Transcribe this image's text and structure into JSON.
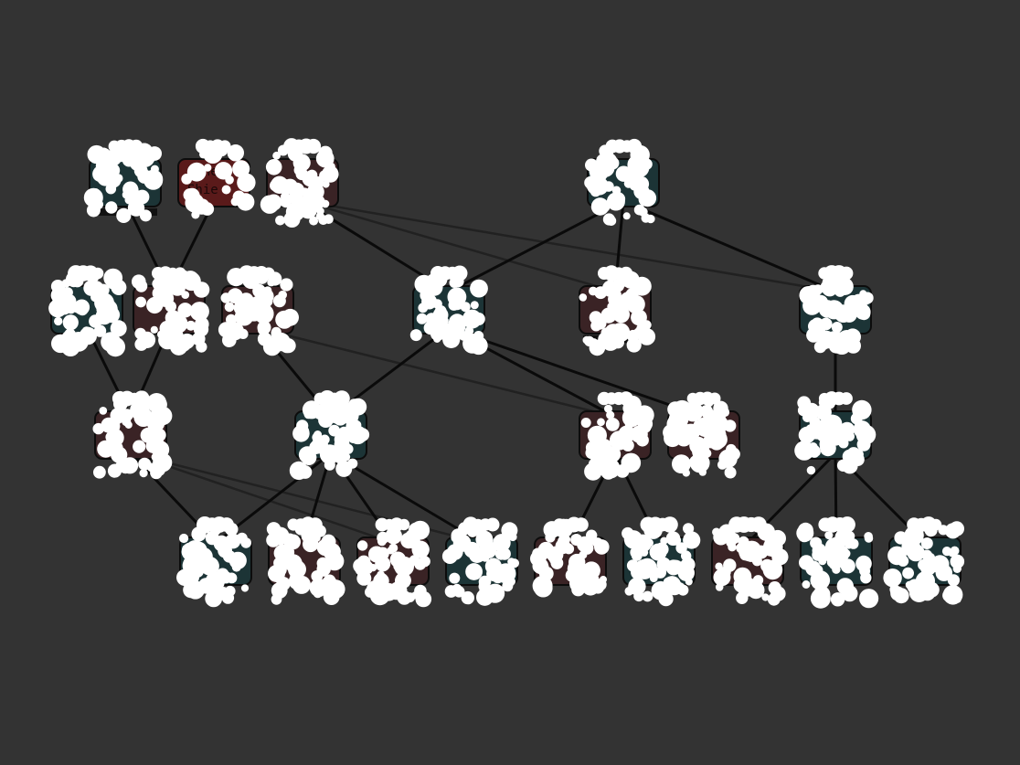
{
  "diagram": {
    "background": "#333333",
    "colors": {
      "teal": "#1c3436",
      "maroon": "#3a2325",
      "deep": "#5a1a1a",
      "edge": "#0a0a0a",
      "blob": "#ffffff"
    },
    "nodes": [
      {
        "id": "n1",
        "tone": "teal",
        "lines": []
      },
      {
        "id": "n2",
        "tone": "deep",
        "lines": [
          "Ether",
          "Shie"
        ]
      },
      {
        "id": "n3",
        "tone": "maroon",
        "lines": []
      },
      {
        "id": "n4",
        "tone": "teal",
        "lines": []
      },
      {
        "id": "n5",
        "tone": "teal",
        "lines": []
      },
      {
        "id": "n6",
        "tone": "maroon",
        "lines": []
      },
      {
        "id": "n7",
        "tone": "maroon",
        "lines": []
      },
      {
        "id": "n8",
        "tone": "teal",
        "lines": []
      },
      {
        "id": "n9",
        "tone": "maroon",
        "lines": []
      },
      {
        "id": "n10",
        "tone": "teal",
        "lines": []
      },
      {
        "id": "n11",
        "tone": "maroon",
        "lines": []
      },
      {
        "id": "n12",
        "tone": "teal",
        "lines": []
      },
      {
        "id": "n13",
        "tone": "maroon",
        "lines": []
      },
      {
        "id": "n14",
        "tone": "maroon",
        "lines": []
      },
      {
        "id": "n15",
        "tone": "teal",
        "lines": []
      },
      {
        "id": "n16",
        "tone": "teal",
        "lines": []
      },
      {
        "id": "n17",
        "tone": "maroon",
        "lines": []
      },
      {
        "id": "n18",
        "tone": "maroon",
        "lines": []
      },
      {
        "id": "n19",
        "tone": "teal",
        "lines": []
      },
      {
        "id": "n20",
        "tone": "maroon",
        "lines": []
      },
      {
        "id": "n21",
        "tone": "teal",
        "lines": []
      },
      {
        "id": "n22",
        "tone": "maroon",
        "lines": []
      },
      {
        "id": "n23",
        "tone": "teal",
        "lines": []
      },
      {
        "id": "n24",
        "tone": "teal",
        "lines": []
      }
    ],
    "edges": [
      {
        "from": "n1",
        "to": "n6"
      },
      {
        "from": "n2",
        "to": "n6"
      },
      {
        "from": "n3",
        "to": "n8"
      },
      {
        "from": "n3",
        "to": "n9",
        "faint": true
      },
      {
        "from": "n3",
        "to": "n10",
        "faint": true
      },
      {
        "from": "n4",
        "to": "n8"
      },
      {
        "from": "n4",
        "to": "n9"
      },
      {
        "from": "n4",
        "to": "n10"
      },
      {
        "from": "n5",
        "to": "n11"
      },
      {
        "from": "n6",
        "to": "n11"
      },
      {
        "from": "n7",
        "to": "n12"
      },
      {
        "from": "n7",
        "to": "n13",
        "faint": true
      },
      {
        "from": "n8",
        "to": "n12"
      },
      {
        "from": "n8",
        "to": "n13"
      },
      {
        "from": "n8",
        "to": "n14"
      },
      {
        "from": "n10",
        "to": "n15"
      },
      {
        "from": "n11",
        "to": "n16"
      },
      {
        "from": "n11",
        "to": "n18",
        "faint": true
      },
      {
        "from": "n11",
        "to": "n19",
        "faint": true
      },
      {
        "from": "n12",
        "to": "n16"
      },
      {
        "from": "n12",
        "to": "n17"
      },
      {
        "from": "n12",
        "to": "n18"
      },
      {
        "from": "n12",
        "to": "n19"
      },
      {
        "from": "n13",
        "to": "n20"
      },
      {
        "from": "n13",
        "to": "n21"
      },
      {
        "from": "n15",
        "to": "n22"
      },
      {
        "from": "n15",
        "to": "n23"
      },
      {
        "from": "n15",
        "to": "n24"
      }
    ]
  }
}
